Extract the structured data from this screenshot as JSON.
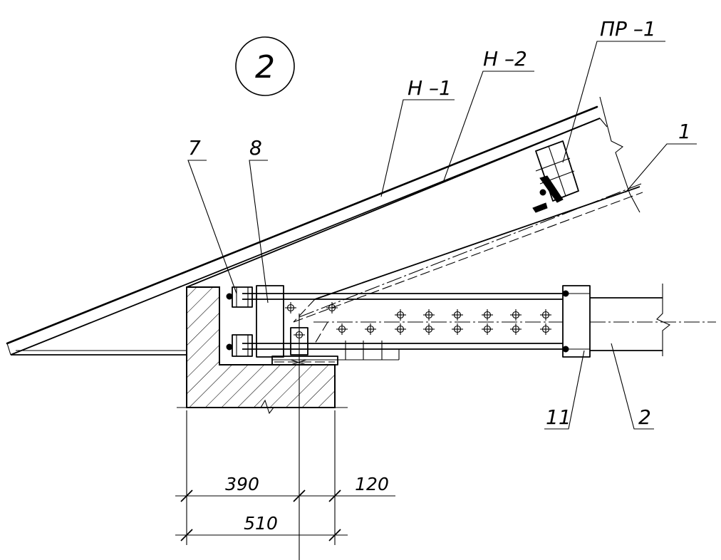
{
  "callout": "2",
  "labels": {
    "h1": "Н –1",
    "h2": "Н –2",
    "pr1": "ПР –1",
    "n1": "1",
    "n2": "2",
    "n7": "7",
    "n8": "8",
    "n11": "11"
  },
  "dimensions": {
    "d390": "390",
    "d120": "120",
    "d510": "510"
  }
}
